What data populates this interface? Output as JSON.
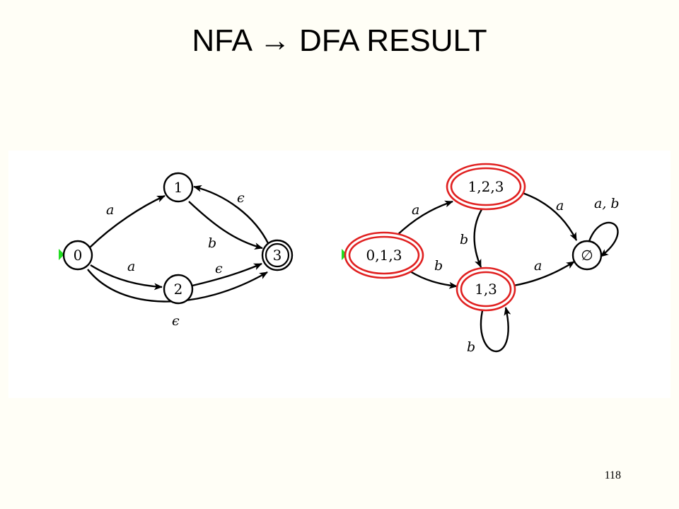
{
  "title": "NFA → DFA RESULT",
  "page_number": "118",
  "colors": {
    "background": "#fffef6",
    "panel": "#ffffff",
    "dfa_state_outline": "#e02020",
    "start_marker": "#22dd22"
  },
  "nfa": {
    "states": [
      "0",
      "1",
      "2",
      "3"
    ],
    "start_state": "0",
    "accepting_states": [
      "3"
    ],
    "transitions": [
      {
        "from": "0",
        "to": "1",
        "label": "a"
      },
      {
        "from": "0",
        "to": "2",
        "label": "a"
      },
      {
        "from": "0",
        "to": "3",
        "label": "ϵ"
      },
      {
        "from": "1",
        "to": "3",
        "label": "b"
      },
      {
        "from": "2",
        "to": "3",
        "label": "ϵ"
      },
      {
        "from": "3",
        "to": "1",
        "label": "ϵ"
      }
    ]
  },
  "dfa": {
    "states": [
      "0,1,3",
      "1,2,3",
      "1,3",
      "∅"
    ],
    "start_state": "0,1,3",
    "accepting_states": [
      "0,1,3",
      "1,2,3",
      "1,3"
    ],
    "transitions": [
      {
        "from": "0,1,3",
        "to": "1,2,3",
        "label": "a"
      },
      {
        "from": "0,1,3",
        "to": "1,3",
        "label": "b"
      },
      {
        "from": "1,2,3",
        "to": "1,3",
        "label": "b"
      },
      {
        "from": "1,2,3",
        "to": "∅",
        "label": "a"
      },
      {
        "from": "1,3",
        "to": "∅",
        "label": "a"
      },
      {
        "from": "1,3",
        "to": "1,3",
        "label": "b"
      },
      {
        "from": "∅",
        "to": "∅",
        "label": "a, b"
      }
    ]
  }
}
